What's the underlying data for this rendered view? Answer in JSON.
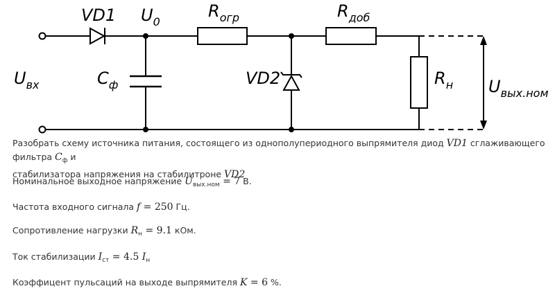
{
  "circuit": {
    "labels": {
      "vd1": "VD1",
      "u0_main": "U",
      "u0_sub": "0",
      "r_ogr_main": "R",
      "r_ogr_sub": "огр",
      "r_dob_main": "R",
      "r_dob_sub": "доб",
      "u_vx_main": "U",
      "u_vx_sub": "вх",
      "c_f_main": "C",
      "c_f_sub": "ф",
      "vd2": "VD2",
      "r_n_main": "R",
      "r_n_sub": "н",
      "u_vyh_main": "U",
      "u_vyh_sub": "вых.ном"
    }
  },
  "text": {
    "p1": {
      "a": "Разобрать схему источника питания, состоящего из однополупериодного выпрямителя диод ",
      "vd1": "VD1",
      "b": " сглаживающего фильтра ",
      "cf": "C",
      "cf_sub": "ф",
      "c": " и",
      "line2": "стабилизатора напряжения на стабилитроне ",
      "vd2": "VD2"
    },
    "p2": {
      "a": "Номинальное выходное напряжение ",
      "sym": "U",
      "sub": "вых.ном",
      "eq": " = 7",
      "unit": " В."
    },
    "p3": {
      "a": "Частота входного сигнала ",
      "sym": "f",
      "eq": " = 250",
      "unit": " Гц."
    },
    "p4": {
      "a": "Сопротивление нагрузки ",
      "sym": "R",
      "sub": "н",
      "eq": " = 9.1",
      "unit": " кОм."
    },
    "p5": {
      "a": "Ток стабилизации ",
      "sym": "I",
      "sub": "ст",
      "eq": " = 4.5 ",
      "sym2": "I",
      "sub2": "н"
    },
    "p6": {
      "a": "Коэффицент пульсаций на выходе выпрямителя ",
      "sym": "K",
      "eq": " = 6",
      "unit": " %."
    }
  }
}
